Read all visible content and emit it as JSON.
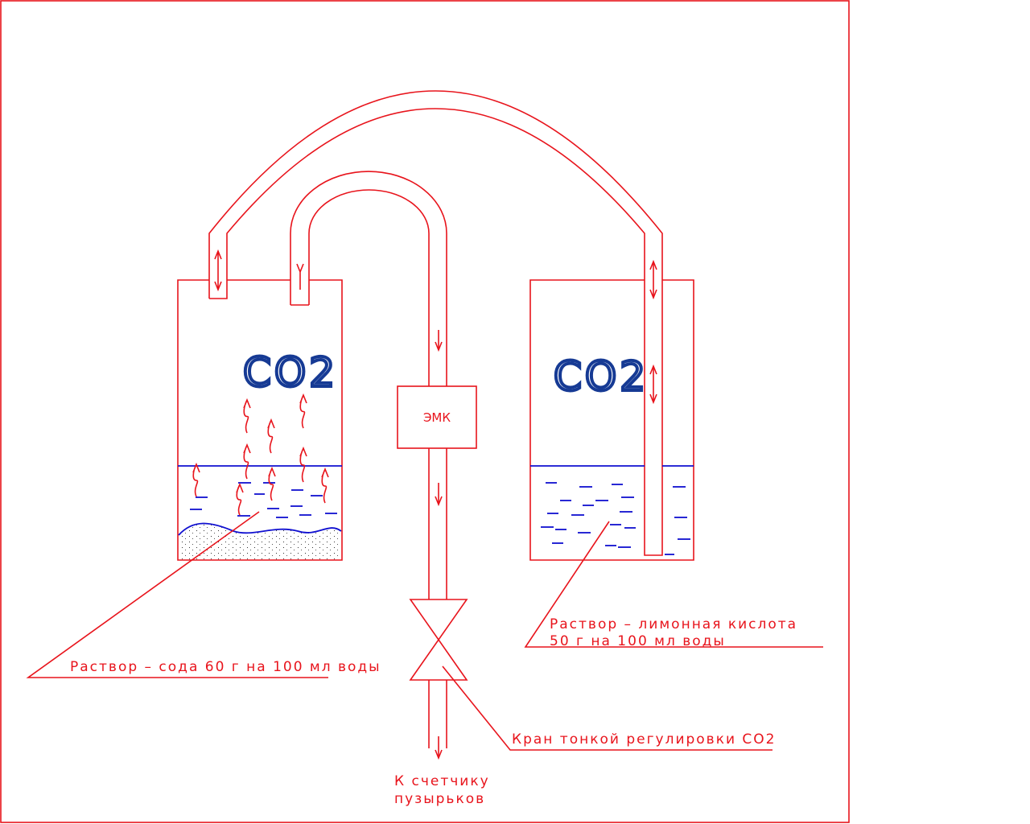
{
  "diagram": {
    "left_vessel_gas": "CO2",
    "right_vessel_gas": "CO2",
    "valve_box_label": "ЭМК",
    "left_solution_label": "Раствор – сода 60 г на 100 мл воды",
    "right_solution_label_line1": "Раствор – лимонная кислота",
    "right_solution_label_line2": "50 г на 100 мл воды",
    "valve_label": "Кран тонкой регулировки CO2",
    "outlet_label_line1": "К счетчику",
    "outlet_label_line2": "пузырьков"
  },
  "colors": {
    "lines": "#e8141c",
    "liquid": "#1010d0",
    "gas_text": "#163a94"
  }
}
